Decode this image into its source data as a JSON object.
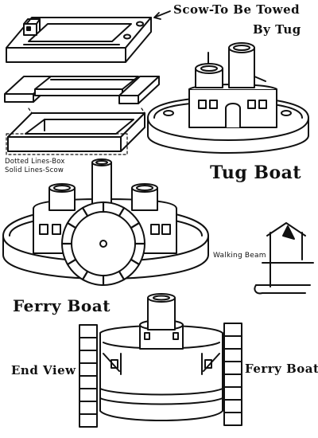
{
  "labels": {
    "scow_line1": "Scow-To Be Towed",
    "scow_line2": "By Tug",
    "dotted_lines": "Dotted Lines-Box",
    "solid_lines": "Solid Lines-Scow",
    "tug_boat": "Tug Boat",
    "walking_beam": "Walking Beam",
    "ferry_boat": "Ferry Boat",
    "end_view": "End View",
    "ferry_boat_end": "Ferry Boat"
  },
  "colors": {
    "ink": "#111111",
    "paper": "#ffffff"
  }
}
